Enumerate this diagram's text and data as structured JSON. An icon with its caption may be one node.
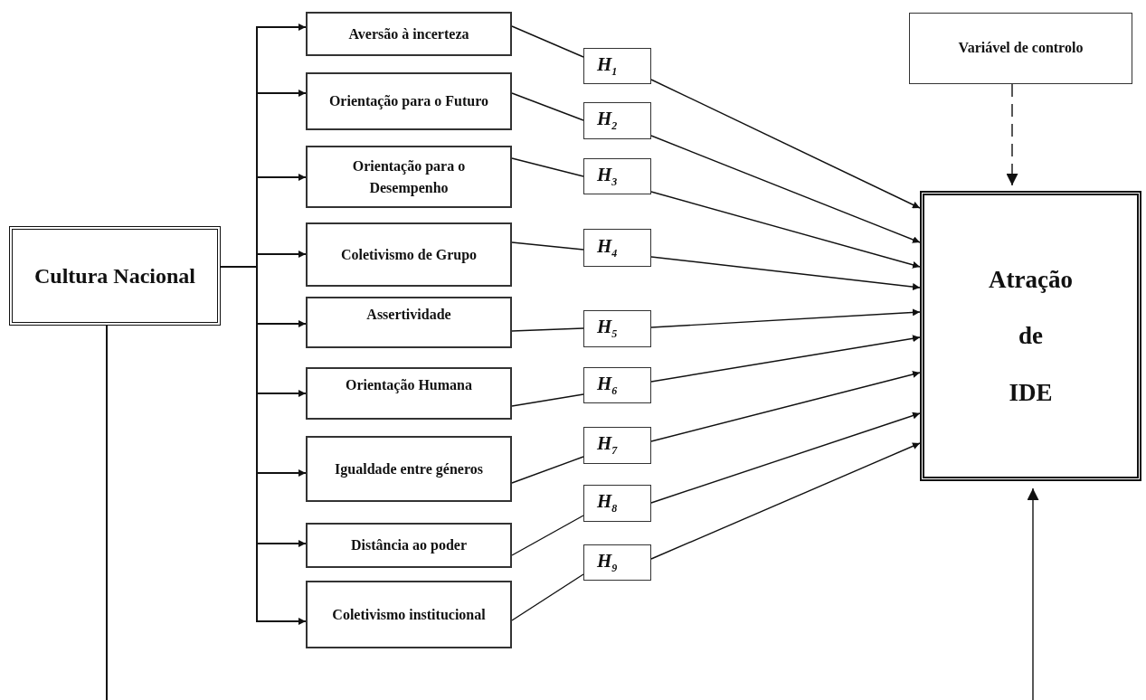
{
  "diagram": {
    "nodes": [
      {
        "text": [
          "Cultura Nacional"
        ]
      },
      {
        "text": [
          "Aversão à incerteza"
        ]
      },
      {
        "text": [
          "Orientação para o Futuro"
        ]
      },
      {
        "text": [
          "Orientação para o Desempenho"
        ]
      },
      {
        "text": [
          "Coletivismo de Grupo"
        ]
      },
      {
        "text": [
          "Assertividade"
        ]
      },
      {
        "text": [
          "Orientação Humana"
        ]
      },
      {
        "text": [
          "Igualdade entre géneros"
        ]
      },
      {
        "text": [
          "Distância ao poder"
        ]
      },
      {
        "text": [
          "Coletivismo institucional"
        ]
      },
      {
        "text": [
          "H$_{1}$"
        ]
      },
      {
        "text": [
          "H$_{2}$"
        ]
      },
      {
        "text": [
          "H$_{3}$"
        ]
      },
      {
        "text": [
          "H$_{4}$"
        ]
      },
      {
        "text": [
          "H$_{5}$"
        ]
      },
      {
        "text": [
          "H$_{6}$"
        ]
      },
      {
        "text": [
          "H$_{7}$"
        ]
      },
      {
        "text": [
          "H$_{8}$"
        ]
      },
      {
        "text": [
          "H$_{9}$"
        ]
      },
      {
        "text": [
          "Variável de controlo"
        ]
      },
      {
        "text": [
          "Atração de IDE"
        ]
      }
    ],
    "edges": [
      {
        "from": 0,
        "to": 1,
        "arrow": "to"
      },
      {
        "from": 0,
        "to": 2,
        "arrow": "to"
      },
      {
        "from": 0,
        "to": 3,
        "arrow": "to"
      },
      {
        "from": 0,
        "to": 4,
        "arrow": "to"
      },
      {
        "from": 0,
        "to": 5,
        "arrow": "to"
      },
      {
        "from": 0,
        "to": 6,
        "arrow": "to"
      },
      {
        "from": 0,
        "to": 7,
        "arrow": "to"
      },
      {
        "from": 0,
        "to": 8,
        "arrow": "to"
      },
      {
        "from": 0,
        "to": 9,
        "arrow": "to"
      },
      {
        "from": 1,
        "to": 10,
        "arrow": "none"
      },
      {
        "from": 2,
        "to": 11,
        "arrow": "none"
      },
      {
        "from": 3,
        "to": 12,
        "arrow": "none"
      },
      {
        "from": 4,
        "to": 13,
        "arrow": "none"
      },
      {
        "from": 5,
        "to": 14,
        "arrow": "none"
      },
      {
        "from": 6,
        "to": 15,
        "arrow": "none"
      },
      {
        "from": 7,
        "to": 16,
        "arrow": "none"
      },
      {
        "from": 8,
        "to": 17,
        "arrow": "none"
      },
      {
        "from": 9,
        "to": 18,
        "arrow": "none"
      },
      {
        "from": 10,
        "to": 20,
        "arrow": "to"
      },
      {
        "from": 11,
        "to": 20,
        "arrow": "to"
      },
      {
        "from": 12,
        "to": 20,
        "arrow": "to"
      },
      {
        "from": 13,
        "to": 20,
        "arrow": "to"
      },
      {
        "from": 14,
        "to": 20,
        "arrow": "to"
      },
      {
        "from": 15,
        "to": 20,
        "arrow": "to"
      },
      {
        "from": 16,
        "to": 20,
        "arrow": "to"
      },
      {
        "from": 17,
        "to": 20,
        "arrow": "to"
      },
      {
        "from": 18,
        "to": 20,
        "arrow": "to"
      },
      {
        "from": 19,
        "to": 20,
        "arrow": "to",
        "style": "dashed"
      },
      {
        "from": 0,
        "to": null,
        "arrow": "none"
      },
      {
        "from": null,
        "to": 20,
        "arrow": "to"
      }
    ]
  }
}
